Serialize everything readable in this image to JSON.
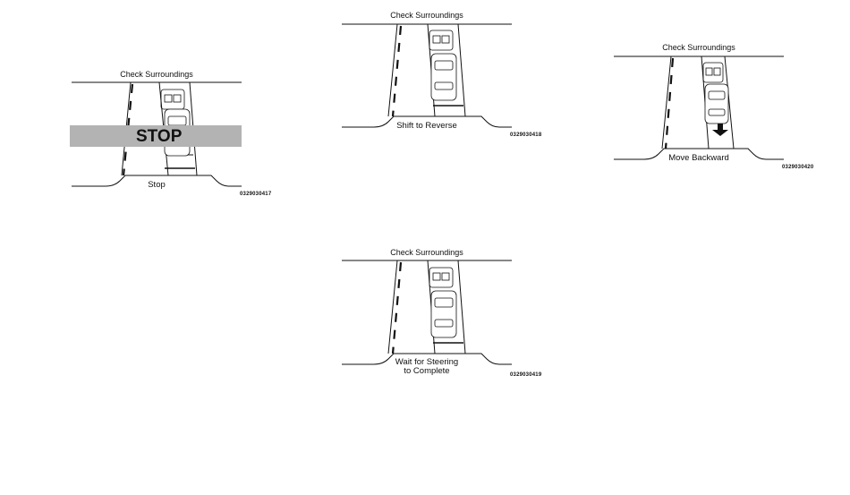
{
  "panels": [
    {
      "header": "Check Surroundings",
      "caption_lines": [
        "Stop"
      ],
      "code": "0329030417",
      "overlay": "STOP"
    },
    {
      "header": "Check Surroundings",
      "caption_lines": [
        "Shift to Reverse"
      ],
      "code": "0329030418"
    },
    {
      "header": "Check Surroundings",
      "caption_lines": [
        "Move Backward"
      ],
      "code": "0329030420"
    },
    {
      "header": "Check Surroundings",
      "caption_lines": [
        "Wait for Steering",
        "to Complete"
      ],
      "code": "0329030419"
    }
  ]
}
